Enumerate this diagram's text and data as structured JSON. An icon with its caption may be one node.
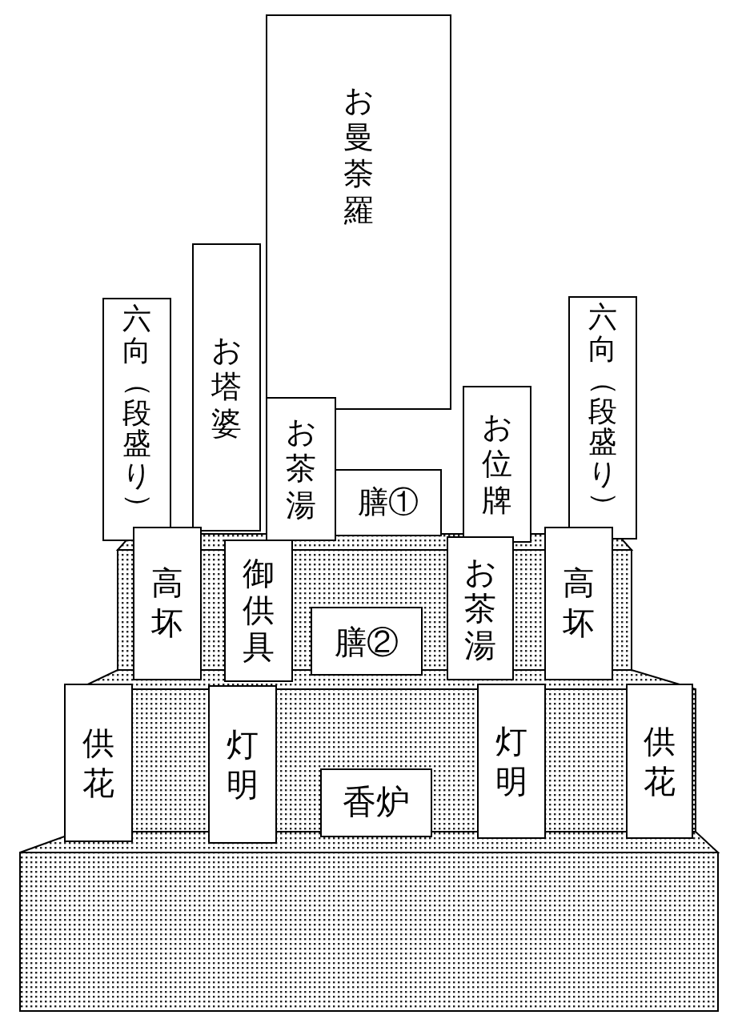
{
  "diagram": {
    "nodes": [
      {
        "text": [
          "お曼荼羅"
        ]
      },
      {
        "text": [
          "六向（段盛り）"
        ]
      },
      {
        "text": [
          "お塔婆"
        ]
      },
      {
        "text": [
          "お茶湯"
        ]
      },
      {
        "text": [
          "膳①"
        ]
      },
      {
        "text": [
          "お位牌"
        ]
      },
      {
        "text": [
          "六向（段盛り）"
        ]
      },
      {
        "text": [
          "高坏"
        ]
      },
      {
        "text": [
          "御供具"
        ]
      },
      {
        "text": [
          "膳②"
        ]
      },
      {
        "text": [
          "お茶湯"
        ]
      },
      {
        "text": [
          "高坏"
        ]
      },
      {
        "text": [
          "供花"
        ]
      },
      {
        "text": [
          "灯明"
        ]
      },
      {
        "text": [
          "香炉"
        ]
      },
      {
        "text": [
          "灯明"
        ]
      },
      {
        "text": [
          "供花"
        ]
      }
    ]
  }
}
